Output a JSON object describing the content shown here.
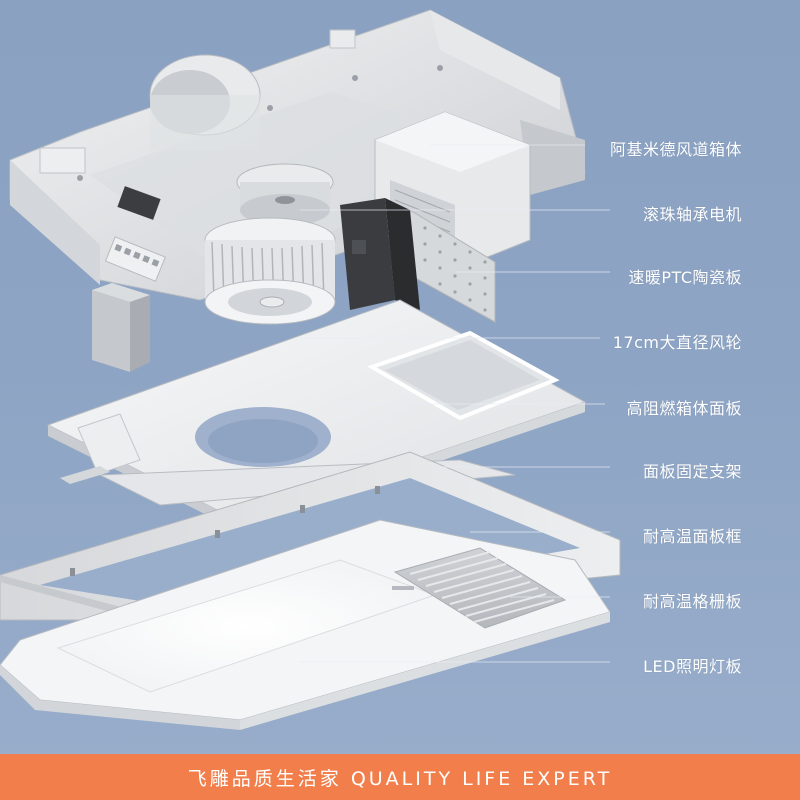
{
  "labels": [
    "阿基米德风道箱体",
    "滚珠轴承电机",
    "速暖PTC陶瓷板",
    "17cm大直径风轮",
    "高阻燃箱体面板",
    "面板固定支架",
    "耐高温面板框",
    "耐高温格栅板",
    "LED照明灯板"
  ],
  "footer": {
    "text": "飞雕品质生活家 QUALITY LIFE EXPERT"
  },
  "colors": {
    "background": "#8ea4c4",
    "footer": "#f27f4b",
    "label_text": "#ffffff"
  },
  "illustration": "exploded-bathroom-heater-diagram"
}
